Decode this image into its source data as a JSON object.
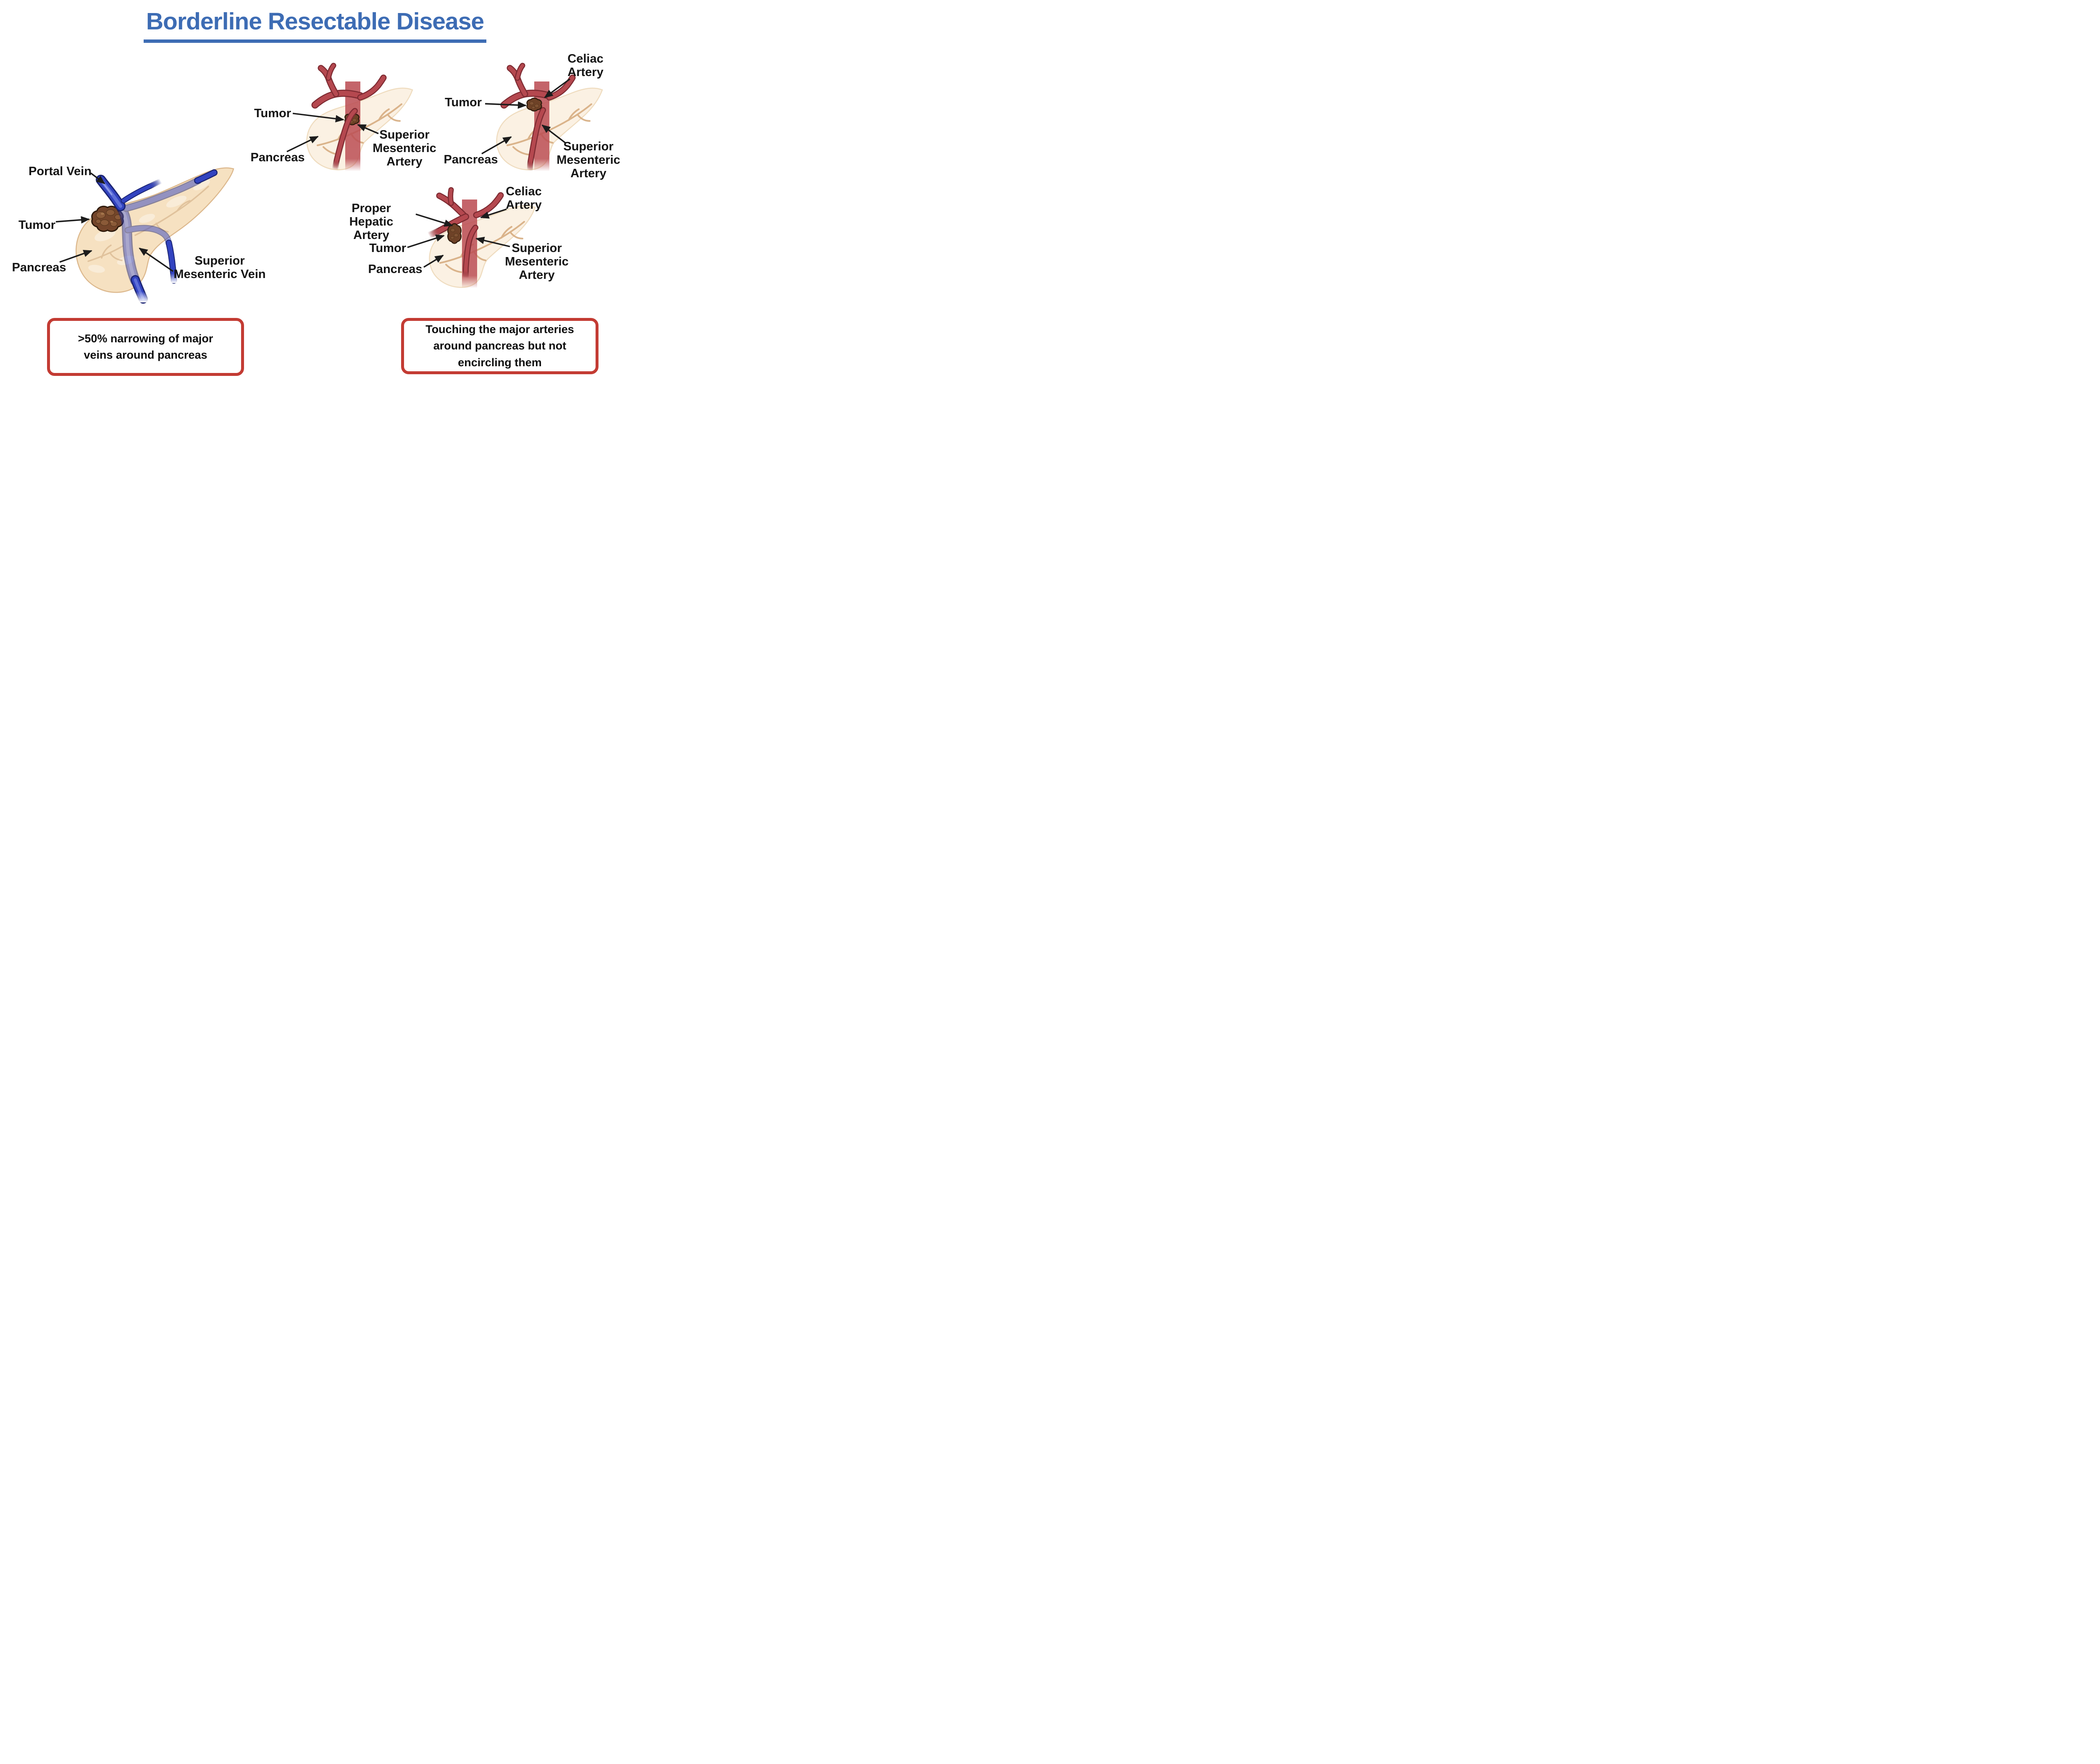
{
  "title": {
    "text": "Borderline Resectable Disease"
  },
  "colors": {
    "title_blue": "#3d6cb4",
    "callout_red": "#c33b33",
    "vein_blue": "#3243c0",
    "vein_outline": "#1b2473",
    "artery_red": "#b5484f",
    "artery_outline": "#7e2b32",
    "aorta_band": "#bb4d53",
    "pancreas_cream": "#f6e1c1",
    "pancreas_pale": "#fbf1e3",
    "tumor_brown": "#74452a",
    "label_black": "#151515"
  },
  "diagrams": {
    "portal_vein_diagram": {
      "labels": {
        "portal_vein": "Portal Vein",
        "tumor": "Tumor",
        "pancreas": "Pancreas",
        "smv": [
          "Superior",
          "Mesenteric Vein"
        ]
      }
    },
    "sma_diagram": {
      "labels": {
        "tumor": "Tumor",
        "pancreas": "Pancreas",
        "sma": [
          "Superior",
          "Mesenteric",
          "Artery"
        ]
      }
    },
    "celiac_diagram": {
      "labels": {
        "celiac": [
          "Celiac",
          "Artery"
        ],
        "tumor": "Tumor",
        "pancreas": "Pancreas",
        "sma": [
          "Superior",
          "Mesenteric",
          "Artery"
        ]
      }
    },
    "hepatic_diagram": {
      "labels": {
        "pha": [
          "Proper Hepatic",
          "Artery"
        ],
        "celiac": [
          "Celiac",
          "Artery"
        ],
        "tumor": "Tumor",
        "pancreas": "Pancreas",
        "sma": [
          "Superior",
          "Mesenteric",
          "Artery"
        ]
      }
    }
  },
  "callouts": {
    "veins": {
      "text": ">50% narrowing of major veins around pancreas"
    },
    "arteries": {
      "text": "Touching the major arteries around pancreas but not encircling them"
    }
  }
}
